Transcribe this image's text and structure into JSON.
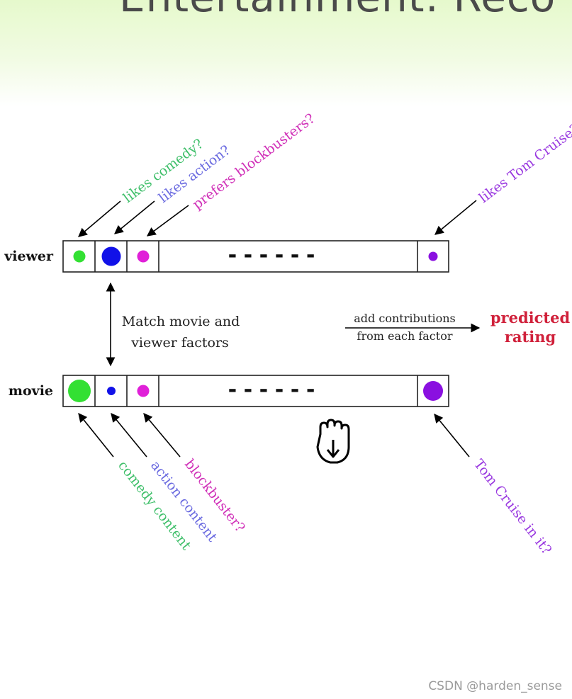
{
  "slide": {
    "title": "Entertainment: Reco"
  },
  "rows": {
    "viewer": "viewer",
    "movie": "movie"
  },
  "dash_text": "------",
  "viewer_factors": {
    "comedy": "likes comedy?",
    "action": "likes action?",
    "blockbusters": "prefers blockbusters?",
    "tom_cruise": "likes Tom Cruise?"
  },
  "movie_factors": {
    "comedy": "comedy content",
    "action": "action content",
    "blockbuster": "blockbuster?",
    "tom_cruise": "Tom Cruise in it?"
  },
  "match_label": [
    "Match movie and",
    "viewer factors"
  ],
  "contrib_label": [
    "add contributions",
    "from each factor"
  ],
  "result_label": [
    "predicted",
    "rating"
  ],
  "colors": {
    "comedy": "#33e033",
    "comedy_text": "#3fbf6a",
    "action": "#1111e8",
    "action_text": "#6a6ae0",
    "blockbuster": "#e020d8",
    "blockbuster_text": "#d030b8",
    "tom_cruise": "#8a10e0",
    "tom_cruise_text": "#9a3ae0",
    "predicted": "#d0203a"
  },
  "cursor_icon": "grab-hand-icon",
  "watermark": "CSDN @harden_sense"
}
